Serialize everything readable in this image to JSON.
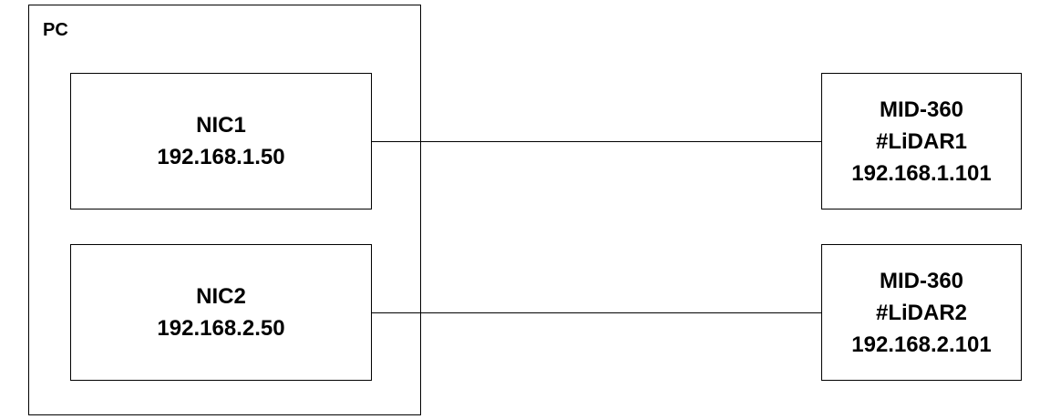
{
  "pc": {
    "label": "PC"
  },
  "nics": [
    {
      "name": "NIC1",
      "ip": "192.168.1.50"
    },
    {
      "name": "NIC2",
      "ip": "192.168.2.50"
    }
  ],
  "lidars": [
    {
      "model": "MID-360",
      "id": "#LiDAR1",
      "ip": "192.168.1.101"
    },
    {
      "model": "MID-360",
      "id": "#LiDAR2",
      "ip": "192.168.2.101"
    }
  ]
}
